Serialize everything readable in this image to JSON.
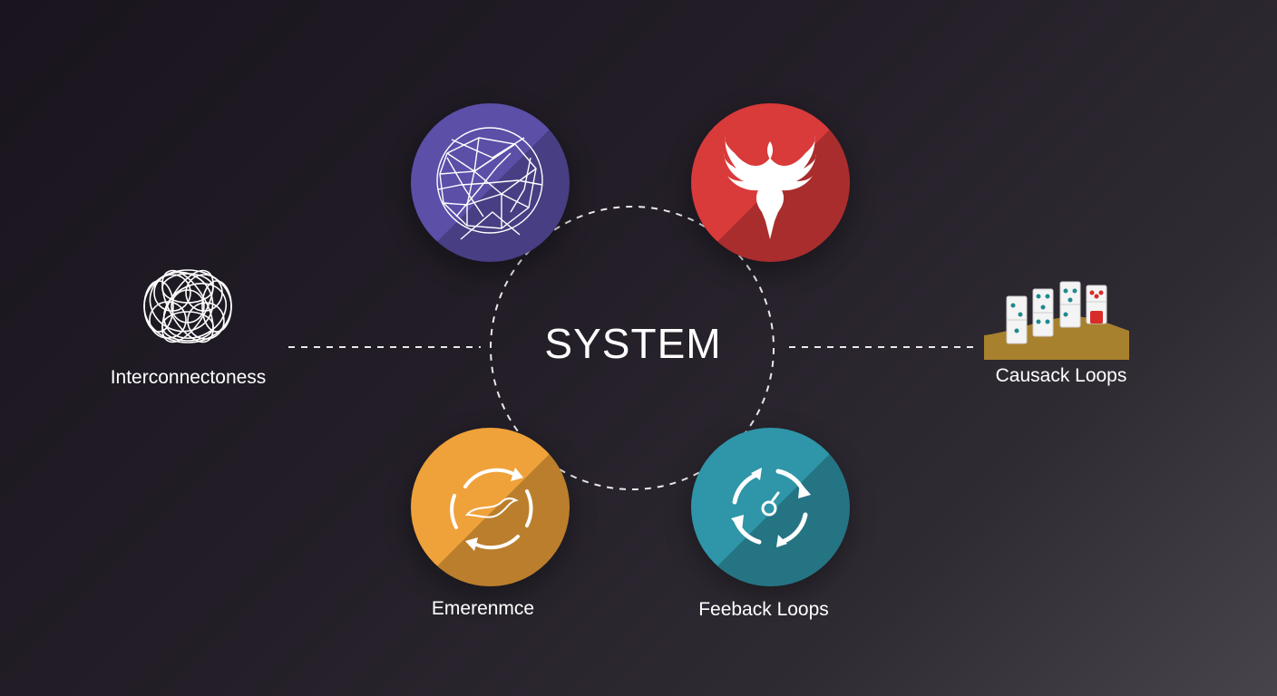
{
  "diagram": {
    "center_label": "SYSTEM",
    "nodes": {
      "left": {
        "label": "Interconnectoness",
        "icon": "tangle-icon"
      },
      "right": {
        "label": "Causack Loops",
        "icon": "dominoes-icon"
      },
      "top_left": {
        "icon": "network-sphere-icon",
        "color": "#5b4fa8"
      },
      "top_right": {
        "icon": "phoenix-icon",
        "color": "#d93a3a"
      },
      "bottom_left": {
        "label": "Emerenmce",
        "icon": "cycle-wave-icon",
        "color": "#efa23a"
      },
      "bottom_right": {
        "label": "Feeback Loops",
        "icon": "cycle-arrows-icon",
        "color": "#2f95a8"
      }
    },
    "colors": {
      "background": "#1d1821",
      "connector": "#ffffff",
      "text": "#ffffff"
    }
  }
}
